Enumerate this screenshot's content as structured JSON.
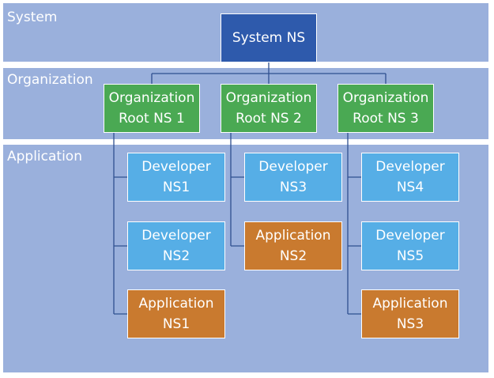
{
  "bands": {
    "system": "System",
    "organization": "Organization",
    "application": "Application"
  },
  "system_ns": [
    "System NS"
  ],
  "orgs": [
    [
      "Organization",
      "Root NS 1"
    ],
    [
      "Organization",
      "Root NS 2"
    ],
    [
      "Organization",
      "Root NS 3"
    ]
  ],
  "columns": [
    [
      {
        "type": "dev",
        "lines": [
          "Developer",
          "NS1"
        ]
      },
      {
        "type": "dev",
        "lines": [
          "Developer",
          "NS2"
        ]
      },
      {
        "type": "app",
        "lines": [
          "Application",
          "NS1"
        ]
      }
    ],
    [
      {
        "type": "dev",
        "lines": [
          "Developer",
          "NS3"
        ]
      },
      {
        "type": "app",
        "lines": [
          "Application",
          "NS2"
        ]
      }
    ],
    [
      {
        "type": "dev",
        "lines": [
          "Developer",
          "NS4"
        ]
      },
      {
        "type": "dev",
        "lines": [
          "Developer",
          "NS5"
        ]
      },
      {
        "type": "app",
        "lines": [
          "Application",
          "NS3"
        ]
      }
    ]
  ],
  "colors": {
    "band": "#9ab0dc",
    "system": "#2e5aac",
    "organization": "#4aa953",
    "developer": "#56aee6",
    "application": "#c97a2f",
    "connector": "#2e4f8f"
  }
}
